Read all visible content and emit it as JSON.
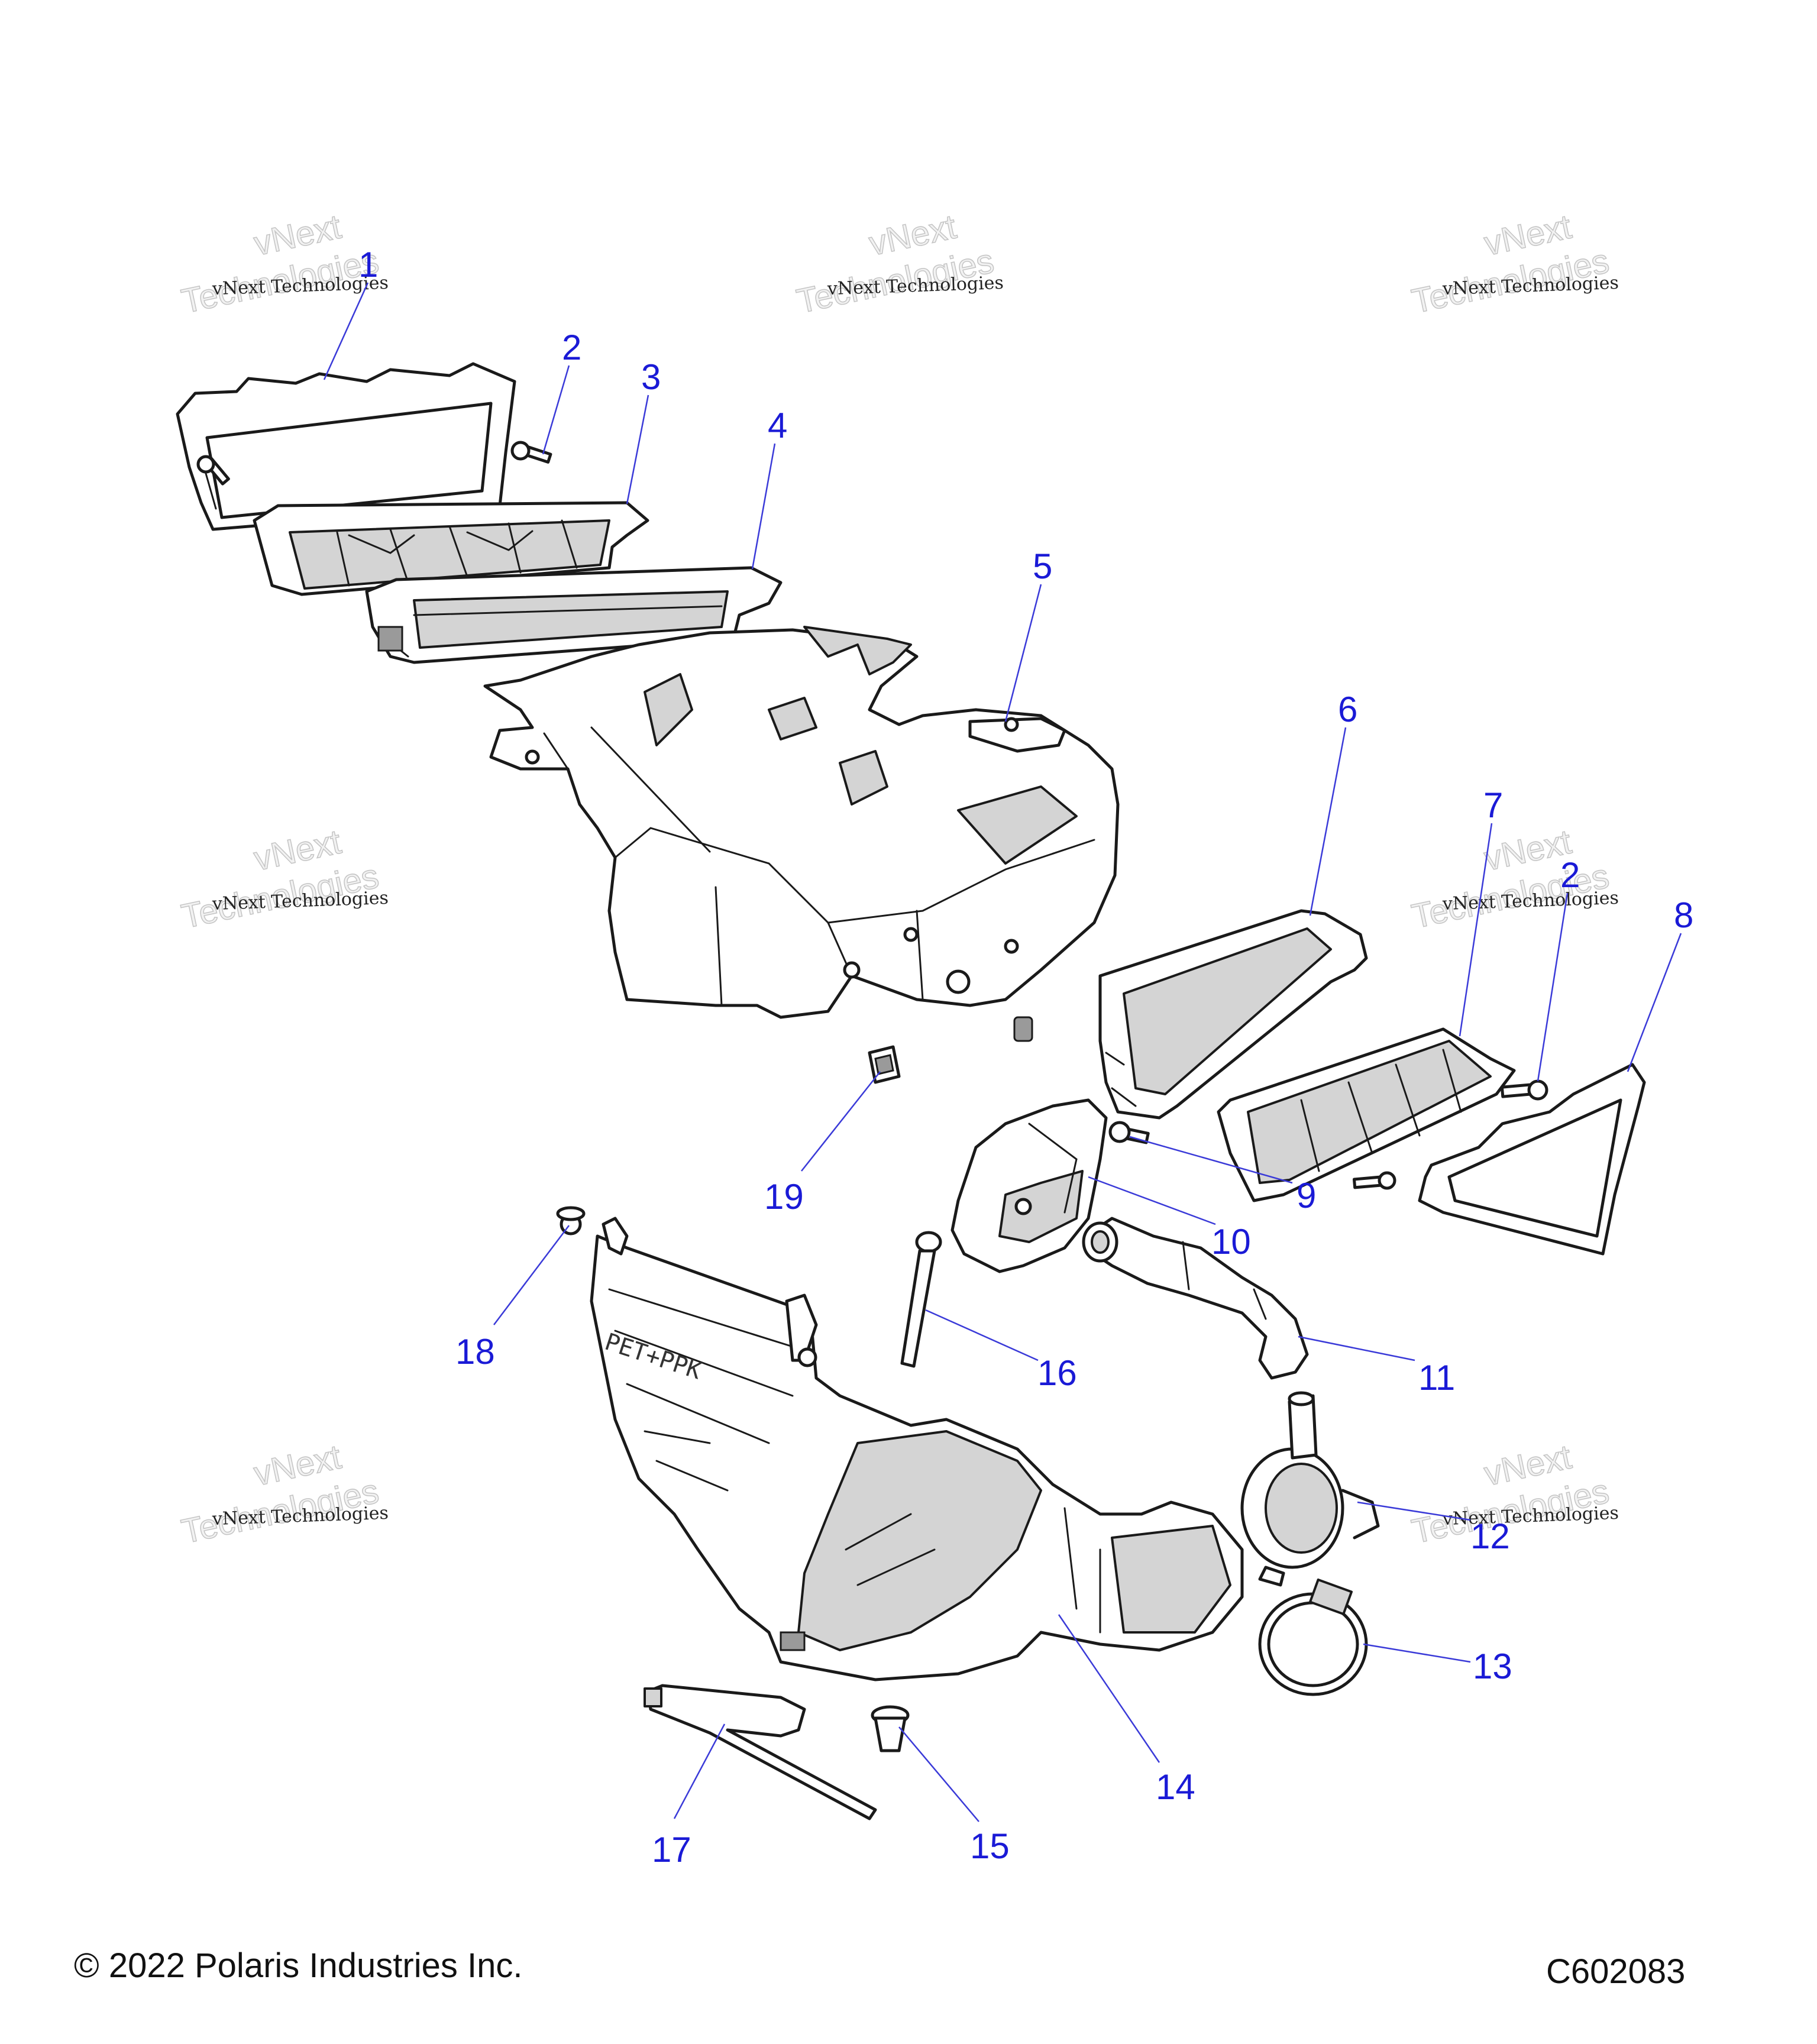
{
  "watermark": {
    "line1": "vNext",
    "line2": "Technologies",
    "small": "vNext Technologies"
  },
  "callouts": [
    {
      "label": "1",
      "part": "gasket-upper"
    },
    {
      "label": "2",
      "part": "screw-upper"
    },
    {
      "label": "3",
      "part": "louver-upper"
    },
    {
      "label": "4",
      "part": "duct-adapter-upper"
    },
    {
      "label": "5",
      "part": "airbox-housing"
    },
    {
      "label": "6",
      "part": "duct-adapter-lower"
    },
    {
      "label": "7",
      "part": "louver-lower"
    },
    {
      "label": "2",
      "part": "screw-lower"
    },
    {
      "label": "8",
      "part": "gasket-lower"
    },
    {
      "label": "9",
      "part": "screw-cover"
    },
    {
      "label": "10",
      "part": "cover"
    },
    {
      "label": "11",
      "part": "vent-tube"
    },
    {
      "label": "12",
      "part": "coupler"
    },
    {
      "label": "13",
      "part": "hose-clamp"
    },
    {
      "label": "14",
      "part": "intake-duct"
    },
    {
      "label": "15",
      "part": "push-rivet"
    },
    {
      "label": "16",
      "part": "rod"
    },
    {
      "label": "17",
      "part": "cable-tie"
    },
    {
      "label": "18",
      "part": "flange-screw"
    },
    {
      "label": "19",
      "part": "nut-clip"
    }
  ],
  "duct_marking": "PET+PPK",
  "copyright": "© 2022 Polaris Industries Inc.",
  "diagram_code": "C602083"
}
